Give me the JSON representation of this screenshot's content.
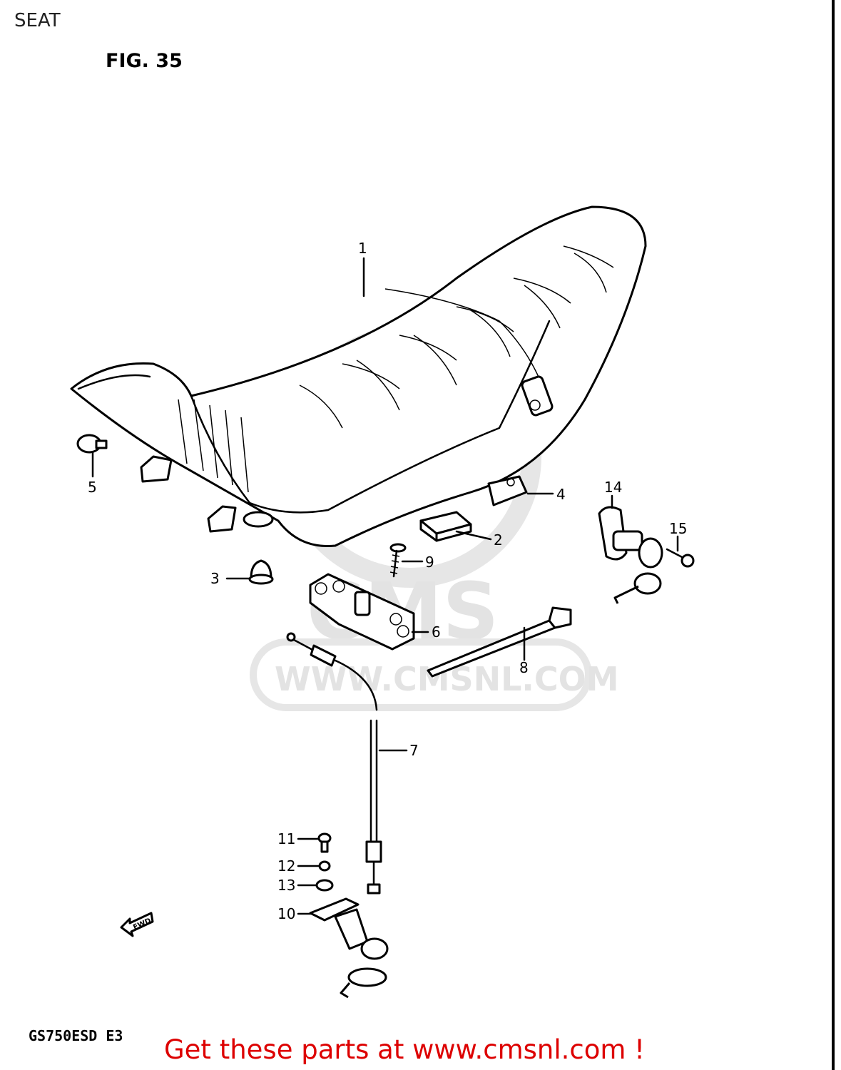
{
  "header": {
    "title": "SEAT",
    "figure": "FIG. 35"
  },
  "footer": {
    "model": "GS750ESD E3",
    "cta": "Get these parts at www.cmsnl.com !"
  },
  "watermark": {
    "logo_text": "CMS",
    "url_text": "WWW.CMSNL.COM"
  },
  "direction_badge": {
    "label": "FWD"
  },
  "colors": {
    "footer_text": "#dd0000",
    "watermark": "#e3e3e3",
    "line_art": "#000000"
  },
  "callouts": [
    {
      "id": "1",
      "label": "1"
    },
    {
      "id": "2",
      "label": "2"
    },
    {
      "id": "3",
      "label": "3"
    },
    {
      "id": "4",
      "label": "4"
    },
    {
      "id": "5",
      "label": "5"
    },
    {
      "id": "6",
      "label": "6"
    },
    {
      "id": "7",
      "label": "7"
    },
    {
      "id": "8",
      "label": "8"
    },
    {
      "id": "9",
      "label": "9"
    },
    {
      "id": "10",
      "label": "10"
    },
    {
      "id": "11",
      "label": "11"
    },
    {
      "id": "12",
      "label": "12"
    },
    {
      "id": "13",
      "label": "13"
    },
    {
      "id": "14",
      "label": "14"
    },
    {
      "id": "15",
      "label": "15"
    }
  ]
}
